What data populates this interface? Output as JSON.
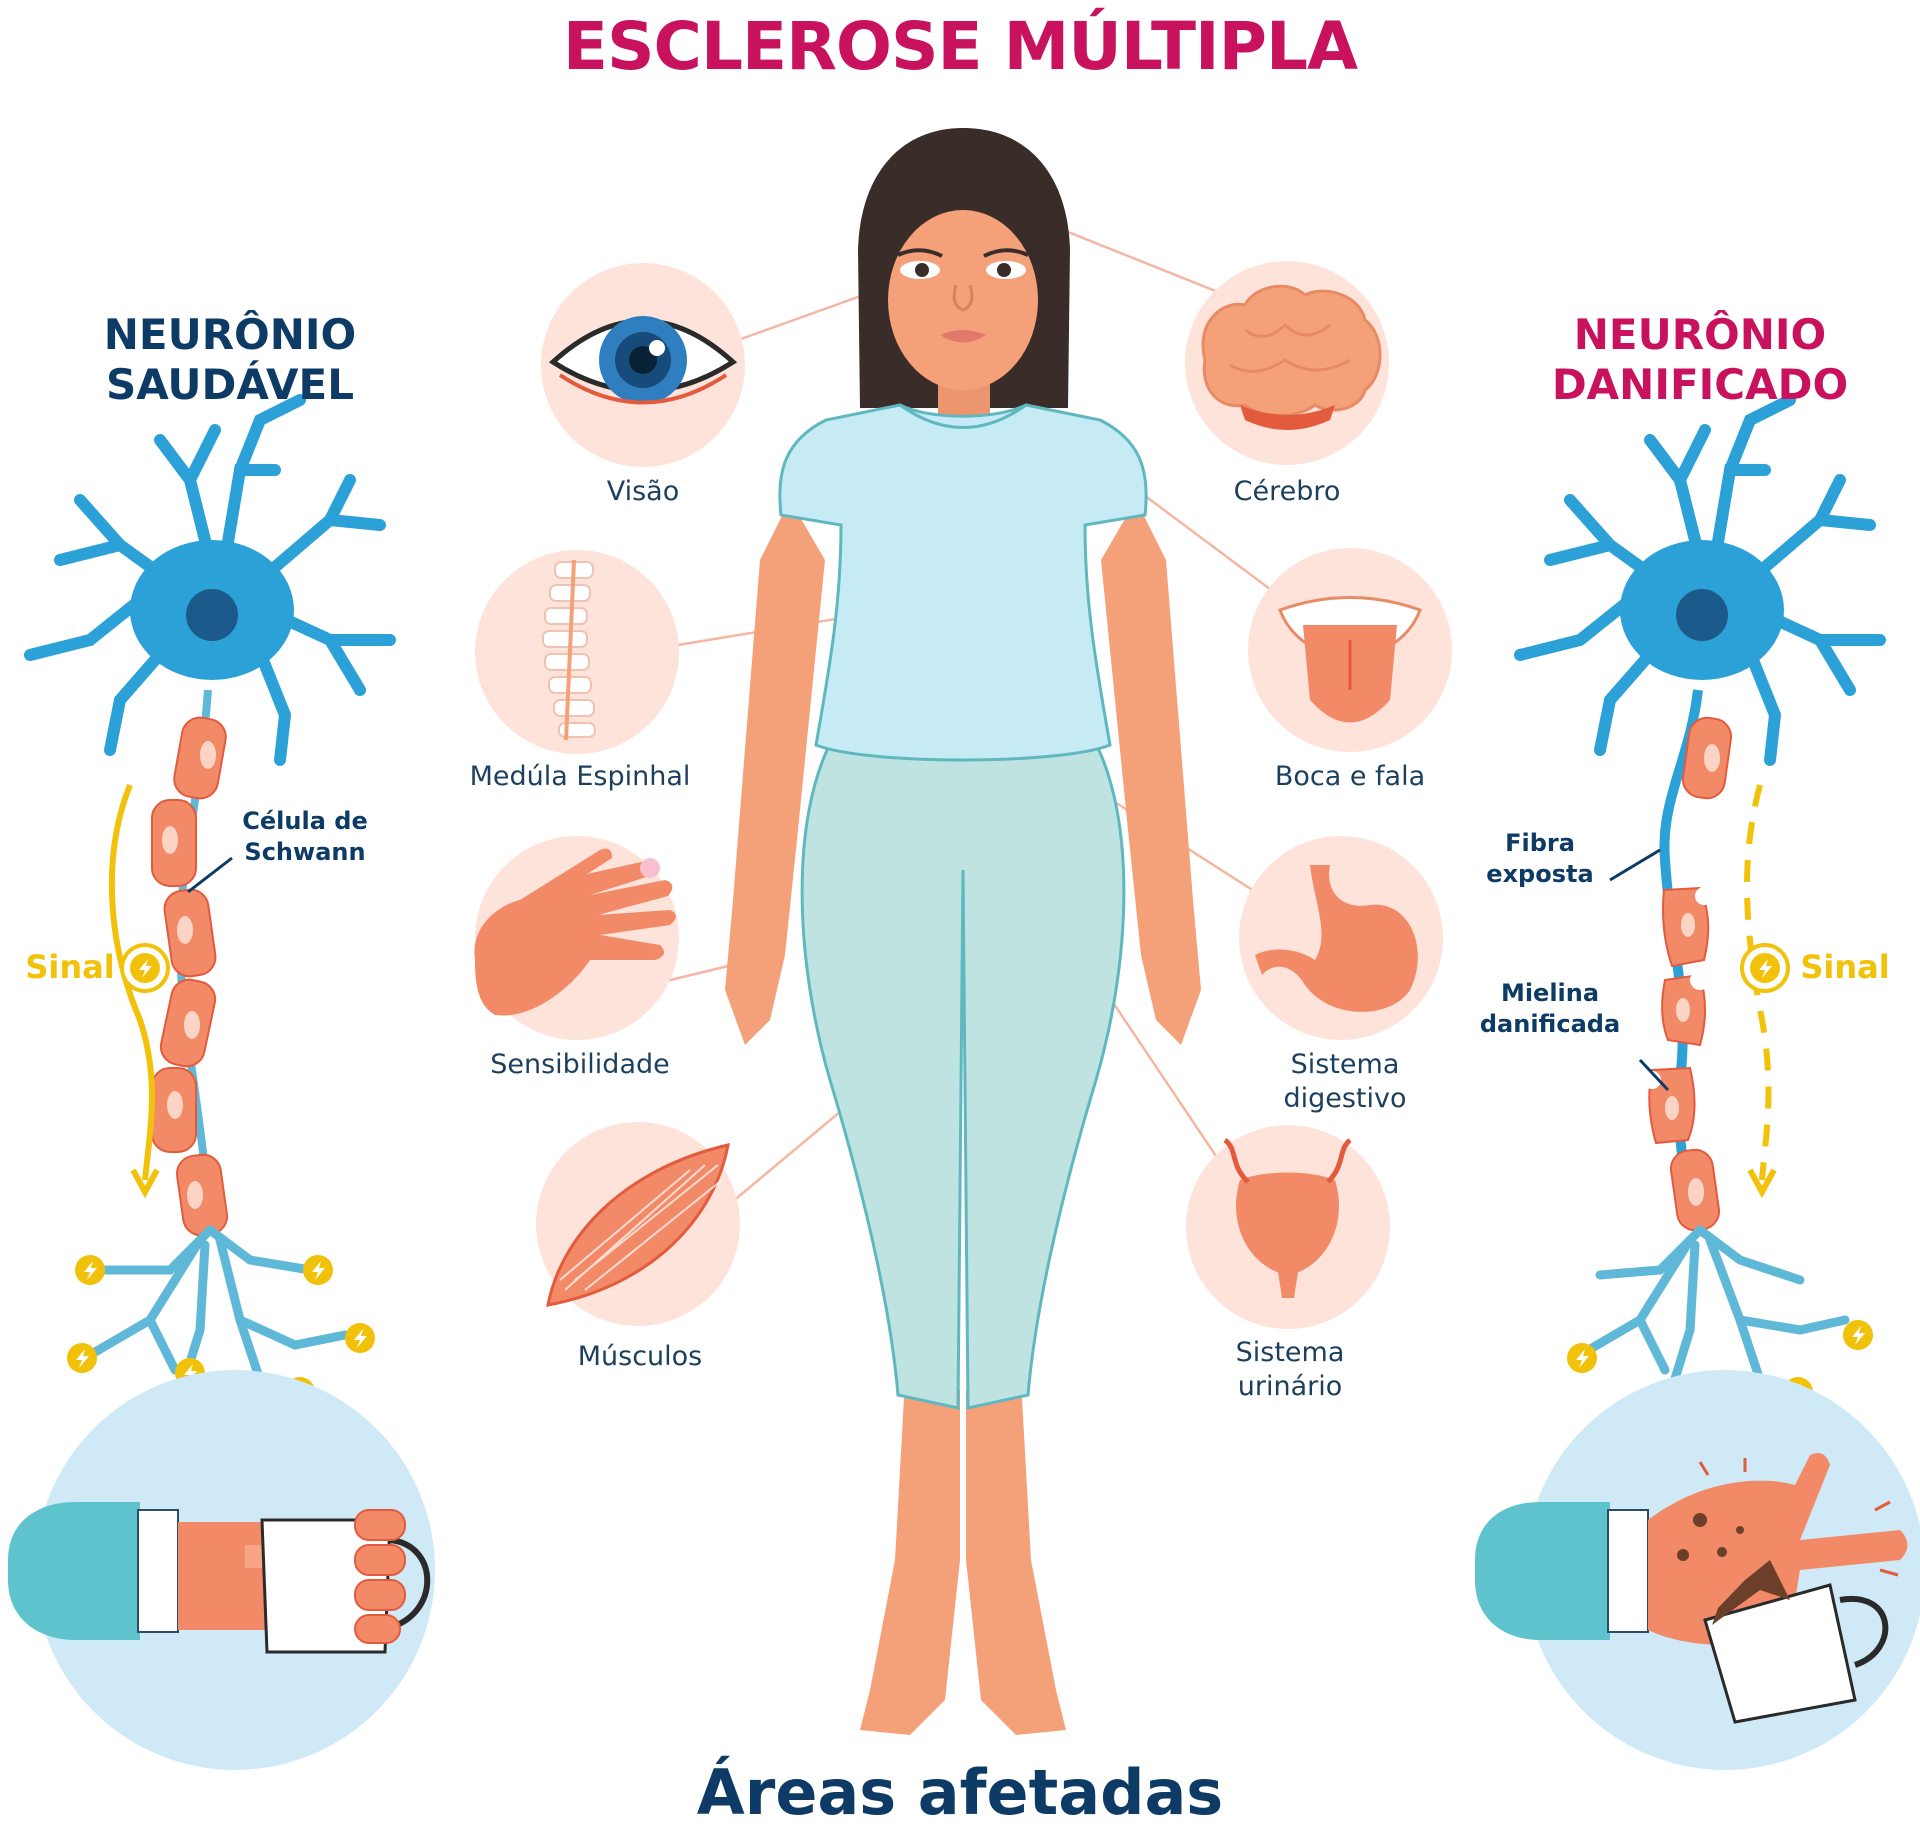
{
  "title": "ESCLEROSE MÚLTIPLA",
  "subtitle": "Áreas afetadas",
  "left_panel": {
    "title_line1": "NEURÔNIO",
    "title_line2": "SAUDÁVEL",
    "schwann_line1": "Célula de",
    "schwann_line2": "Schwann",
    "signal": "Sinal"
  },
  "right_panel": {
    "title_line1": "NEURÔNIO",
    "title_line2": "DANIFICADO",
    "exposed_line1": "Fibra",
    "exposed_line2": "exposta",
    "damaged_line1": "Mielina",
    "damaged_line2": "danificada",
    "signal": "Sinal"
  },
  "organs": {
    "vision": "Visão",
    "spinal_cord": "Medúla Espinhal",
    "sensibility": "Sensibilidade",
    "muscles": "Músculos",
    "brain": "Cérebro",
    "mouth_speech": "Boca e fala",
    "digestive_line1": "Sistema",
    "digestive_line2": "digestivo",
    "urinary_line1": "Sistema",
    "urinary_line2": "urinário"
  },
  "colors": {
    "title": "#c8125e",
    "healthy_title": "#0d3b66",
    "damaged_title": "#c8125e",
    "neuron": "#2ba1d8",
    "signal": "#f2c20a",
    "skin": "#f4a17a",
    "circle_bg": "#fde3da",
    "shirt": "#c6ebf4",
    "pants": "#bfe3e0"
  },
  "icons": [
    "eye-icon",
    "brain-icon",
    "spine-icon",
    "mouth-icon",
    "hand-icon",
    "stomach-icon",
    "muscle-icon",
    "bladder-icon",
    "lightning-icon",
    "coffee-mug-icon"
  ]
}
